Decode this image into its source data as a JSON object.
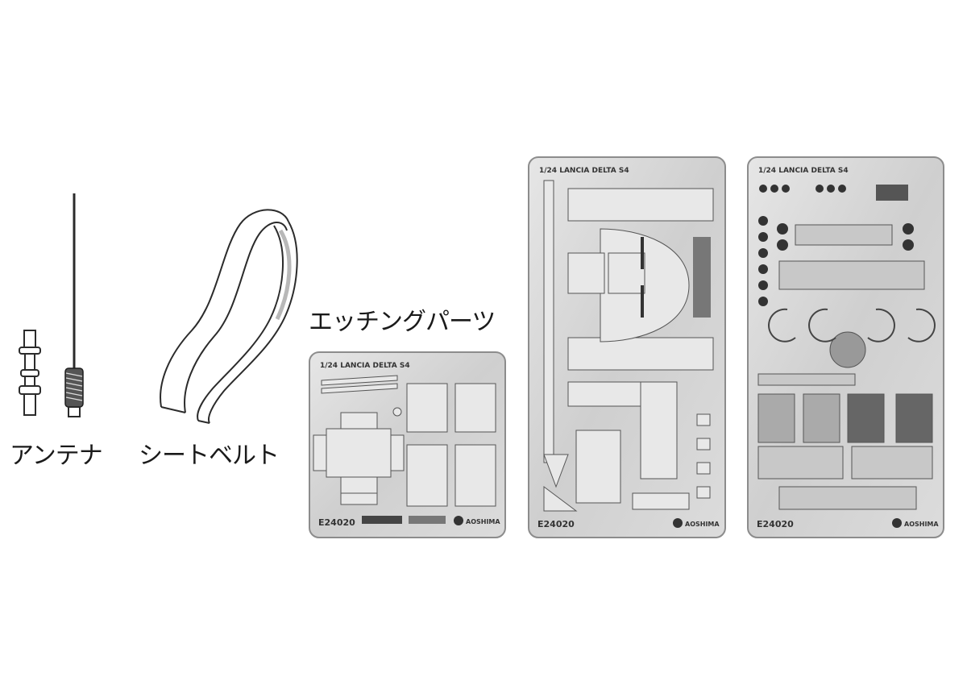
{
  "labels": {
    "antenna": "アンテナ",
    "seatbelt": "シートベルト",
    "etching_parts": "エッチングパーツ"
  },
  "plates": [
    {
      "header": "1/24 LANCIA DELTA S4",
      "part_no": "E24020",
      "brand": "AOSHIMA"
    },
    {
      "header": "1/24 LANCIA DELTA S4",
      "part_no": "E24020",
      "brand": "AOSHIMA"
    },
    {
      "header": "1/24 LANCIA DELTA S4",
      "part_no": "E24020",
      "brand": "AOSHIMA"
    }
  ],
  "colors": {
    "plate_fill": "#d9d9d9",
    "plate_border": "#8c8c8c",
    "line": "#2b2b2b"
  },
  "icons": [
    "antenna-icon",
    "seatbelt-icon",
    "brand-logo-icon"
  ]
}
